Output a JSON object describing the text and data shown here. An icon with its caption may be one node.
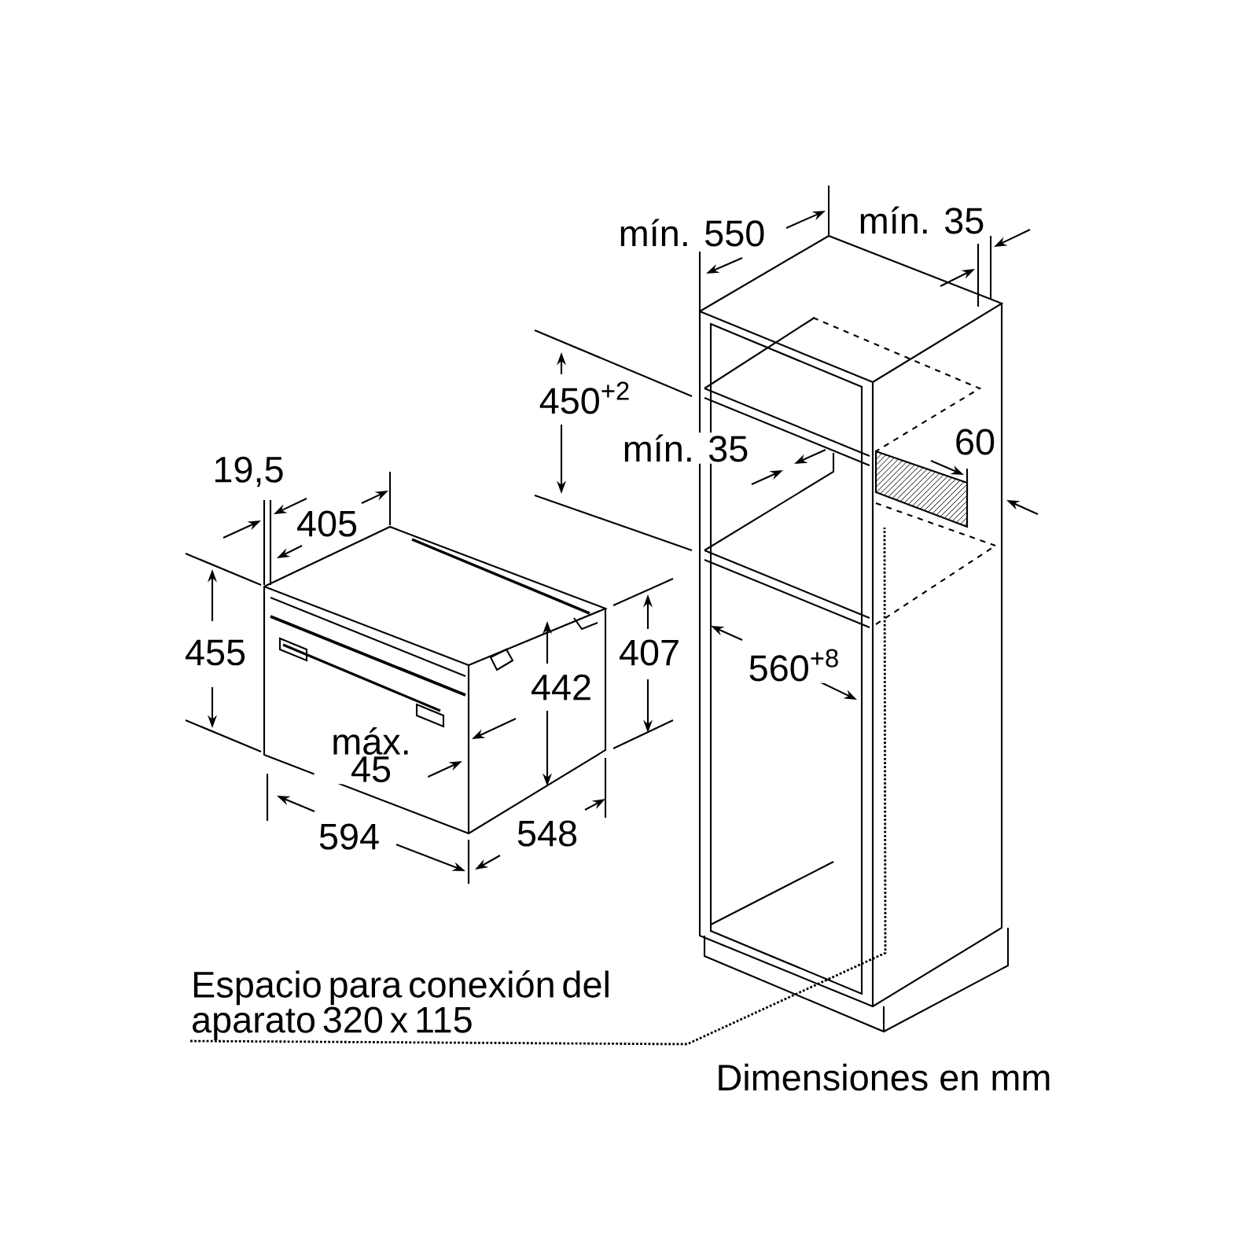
{
  "diagram": {
    "nodes": [
      {
        "text": [
          "Espacio para conexión del aparato 320 x 115"
        ]
      },
      {
        "text": [],
        "shape": "box"
      }
    ],
    "edges": [
      {
        "from": 0,
        "to": 1,
        "arrow": "none"
      }
    ],
    "labels": [
      "mín. 550",
      "mín. 35",
      "450$^{+2}$",
      "mín. 35",
      "60",
      "19,5",
      "405",
      "455",
      "442",
      "407",
      "máx. 45",
      "560$^{+8}$",
      "594",
      "548",
      "Dimensiones en mm"
    ]
  }
}
